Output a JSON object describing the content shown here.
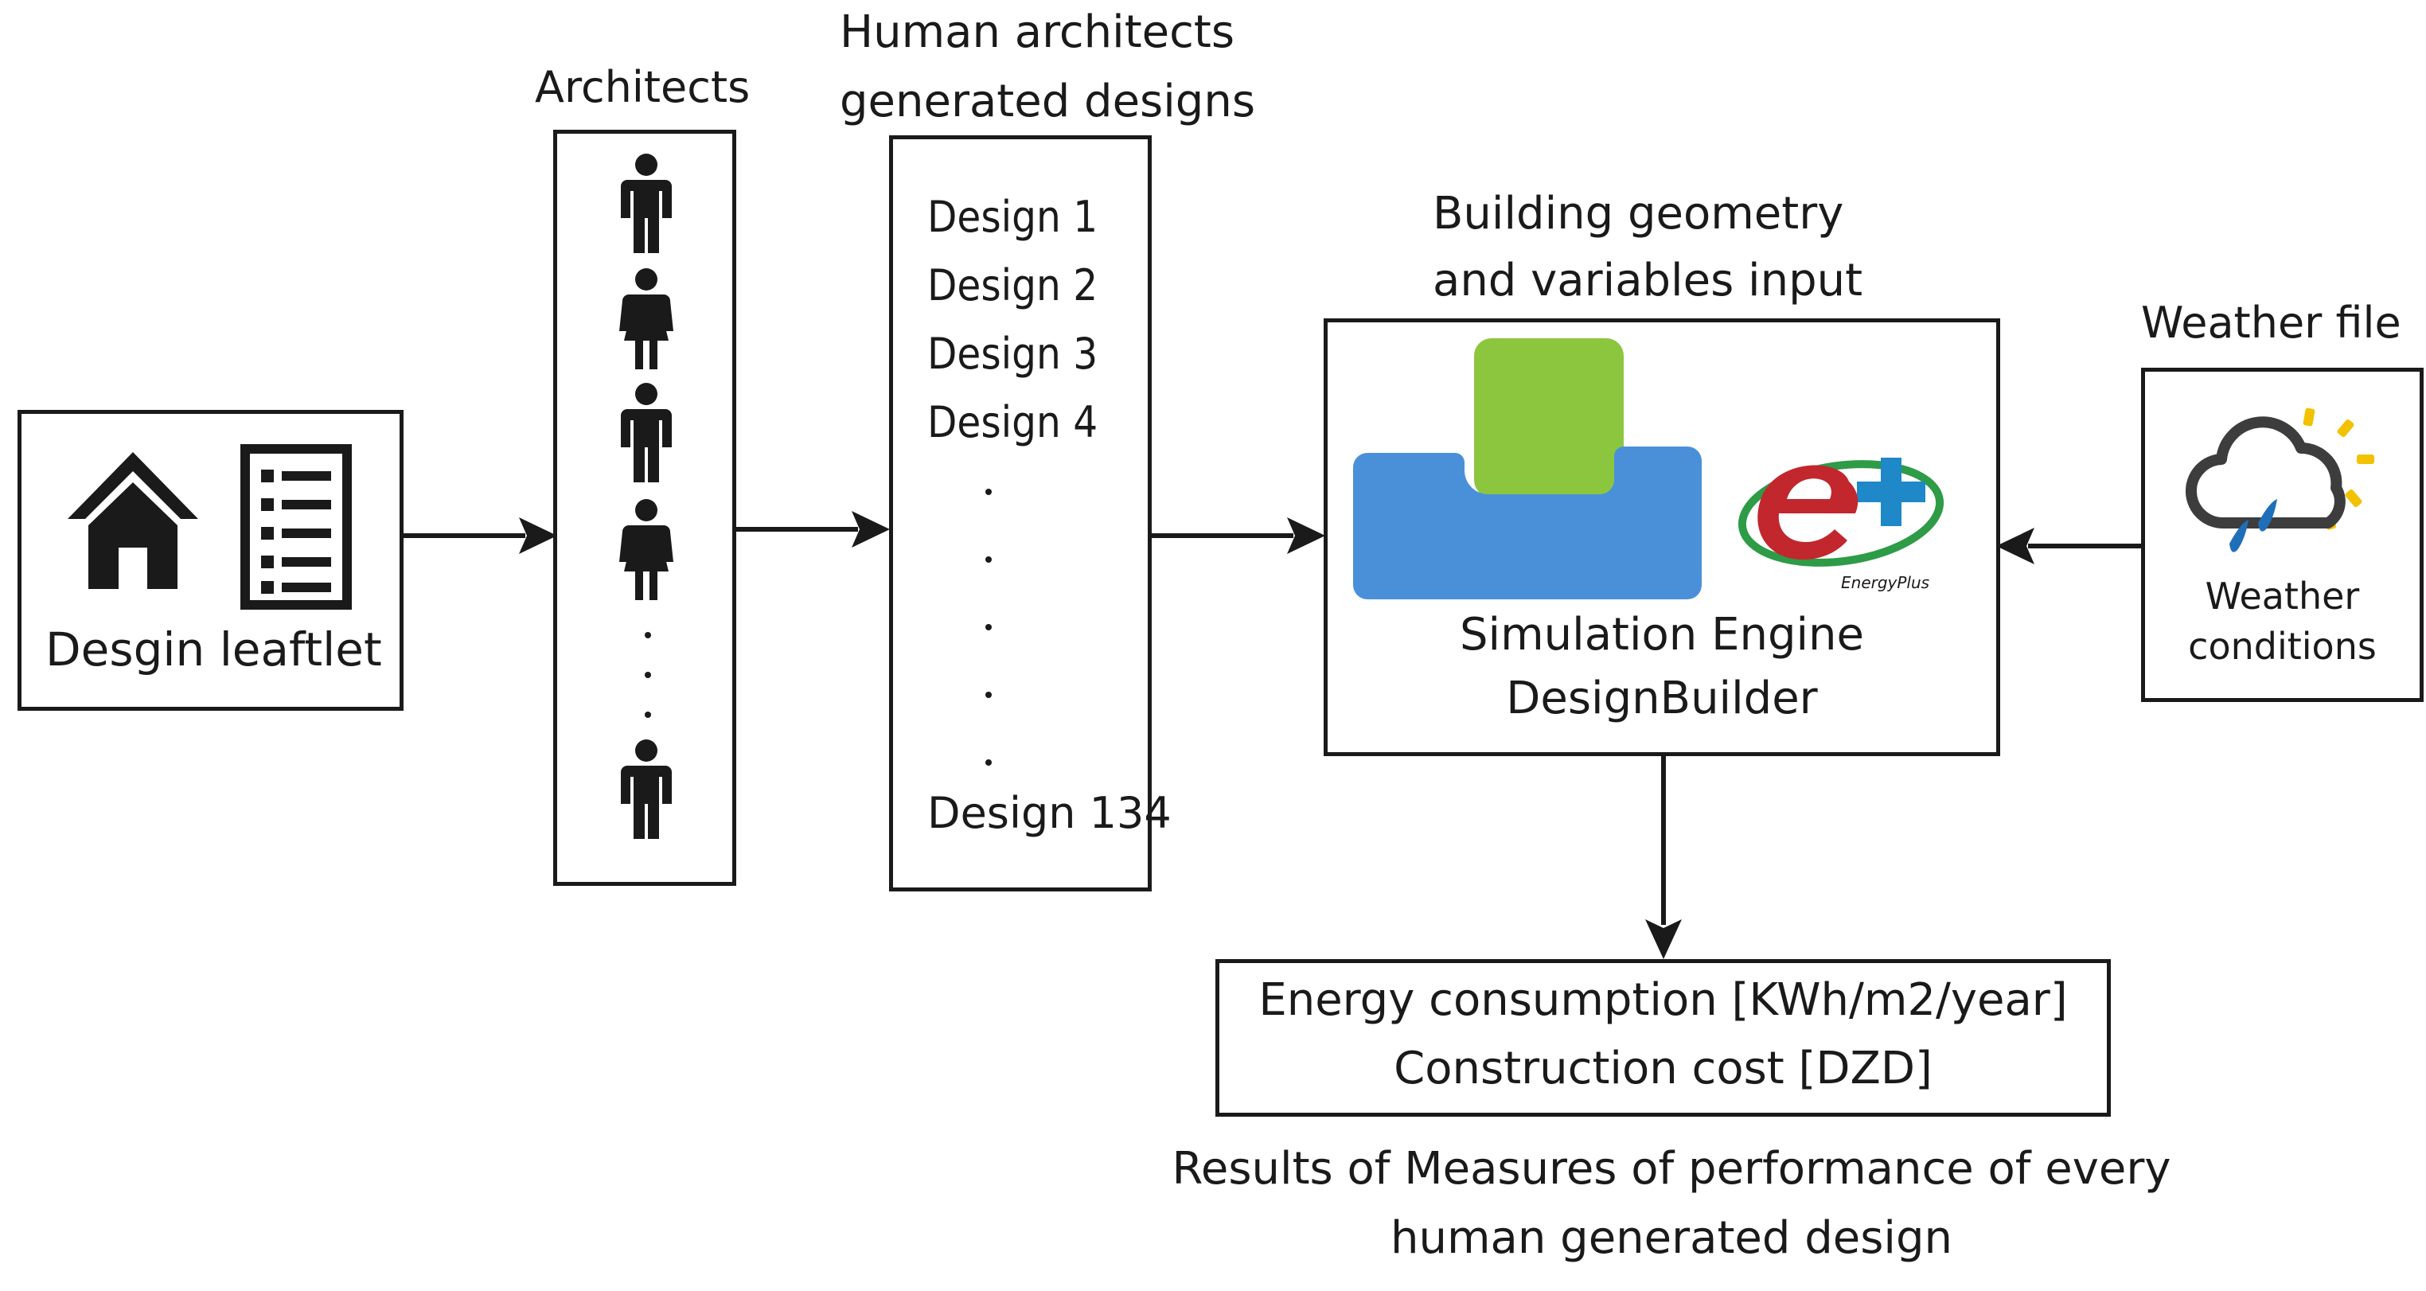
{
  "leaflet": {
    "label": "Desgin leaftlet",
    "icons": [
      "house-icon",
      "checklist-icon"
    ]
  },
  "architects": {
    "title": "Architects",
    "icons": [
      "male-person-icon",
      "female-person-icon",
      "male-person-icon",
      "female-person-icon",
      "male-person-icon"
    ]
  },
  "designs": {
    "title_line1": "Human architects",
    "title_line2": "generated designs",
    "items": [
      "Design 1",
      "Design 2",
      "Design 3",
      "Design 4"
    ],
    "last_item": "Design 134"
  },
  "simulation": {
    "title_line1": "Building geometry",
    "title_line2": "and variables input",
    "engine_line1": "Simulation Engine",
    "engine_line2": "DesignBuilder",
    "energyplus_logo_text": "EnergyPlus",
    "colors": {
      "designbuilder_green": "#8cc63f",
      "designbuilder_blue": "#4a90d9",
      "energyplus_red": "#c1272d",
      "energyplus_green": "#2e9b47",
      "energyplus_blue": "#1e88c8"
    }
  },
  "weather": {
    "title": "Weather file",
    "label_line1": "Weather",
    "label_line2": "conditions",
    "icon": "cloud-rain-sun-icon"
  },
  "results": {
    "line1": "Energy consumption [KWh/m2/year]",
    "line2": "Construction cost [DZD]",
    "caption_line1": "Results of Measures of performance of every",
    "caption_line2": "human generated design"
  }
}
